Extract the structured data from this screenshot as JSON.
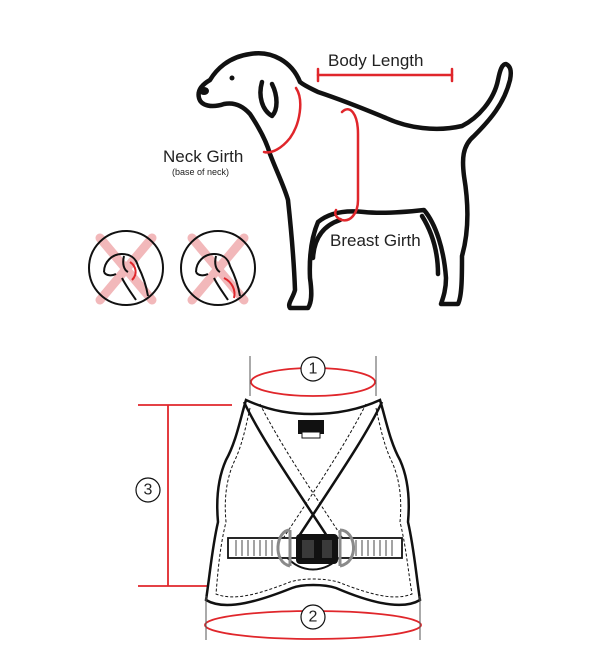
{
  "dog_diagram": {
    "body_length_label": "Body Length",
    "neck_girth_label": "Neck Girth",
    "neck_girth_note": "(base of neck)",
    "breast_girth_label": "Breast Girth"
  },
  "harness_diagram": {
    "marker_1": "1",
    "marker_2": "2",
    "marker_3": "3"
  },
  "colors": {
    "measure_red": "#e0262b",
    "outline": "#111111",
    "cross_pink": "#f2b8ba",
    "ring_gray": "#8a8a8a"
  },
  "icons": [
    "wrong-neck-position-icon",
    "wrong-neck-position-icon"
  ]
}
